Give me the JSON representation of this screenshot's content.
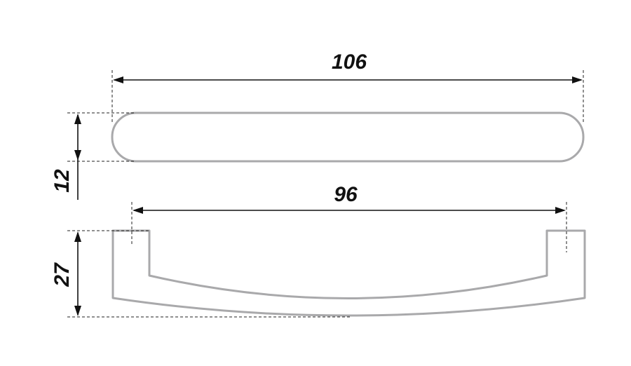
{
  "dimensions": {
    "overall_length": "106",
    "profile_height": "12",
    "center_distance": "96",
    "handle_height": "27"
  }
}
